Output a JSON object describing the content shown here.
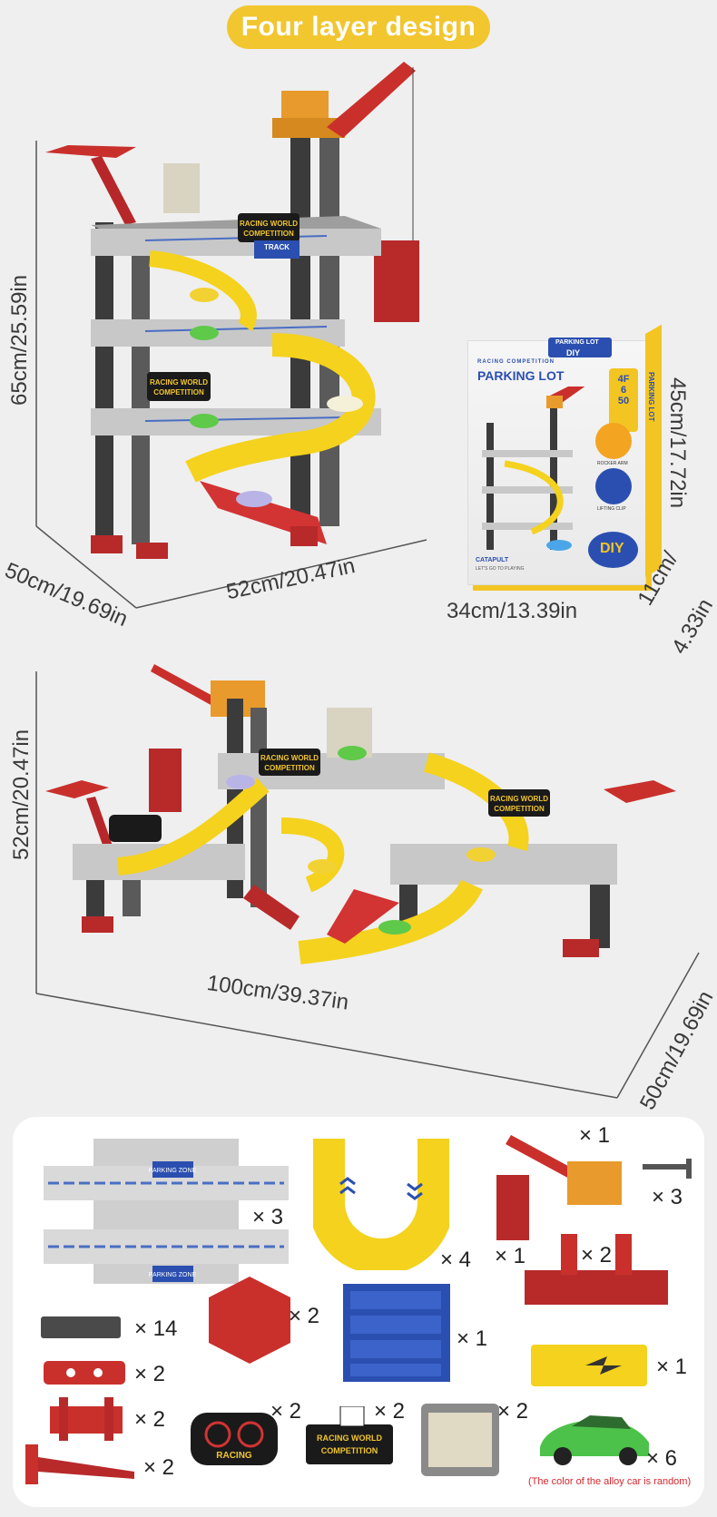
{
  "header": {
    "title": "Four layer design"
  },
  "top_view": {
    "height": "65cm/25.59in",
    "depth": "50cm/19.69in",
    "width": "52cm/20.47in"
  },
  "box": {
    "brand": "PARKING LOT",
    "subtitle": "RACING COMPETITION",
    "badge_top": "PARKING LOT",
    "badge_top2": "DIY",
    "specs": [
      "4F",
      "6",
      "50"
    ],
    "catapult": "CATAPULT",
    "catapult_sub": "LET'S GO TO PLAYING",
    "diy": "DIY",
    "side_label": "PARKING LOT",
    "feature1": "ROCKER ARM",
    "feature2": "LIFTING CLIP",
    "height": "45cm/17.72in",
    "width": "34cm/13.39in",
    "depth_line1": "11cm/",
    "depth_line2": "4.33in"
  },
  "flat_view": {
    "height": "52cm/20.47in",
    "width": "100cm/39.37in",
    "depth": "50cm/19.69in"
  },
  "sign_texts": {
    "racing_line1": "RACING WORLD",
    "racing_line2": "COMPETITION",
    "track": "TRACK",
    "track_sub": "PARKING LOT",
    "racing_badge": "RACING",
    "p_zone": "PARKING ZONE"
  },
  "parts": {
    "floor_qty": "× 3",
    "u_track_qty": "× 4",
    "crane_qty": "× 1",
    "rod_qty": "× 3",
    "claw_qty": "× 1",
    "base_qty": "× 2",
    "pillar_qty": "× 14",
    "hex_qty": "× 2",
    "sticker_qty": "× 1",
    "launcher_qty": "× 1",
    "connector_qty": "× 2",
    "bracket_qty": "× 2",
    "stand_qty": "× 2",
    "racing_badge_qty": "× 2",
    "racing_sign_qty": "× 2",
    "board_qty": "× 2",
    "car_qty": "× 6",
    "car_note": "(The color of the alloy car is random)"
  }
}
